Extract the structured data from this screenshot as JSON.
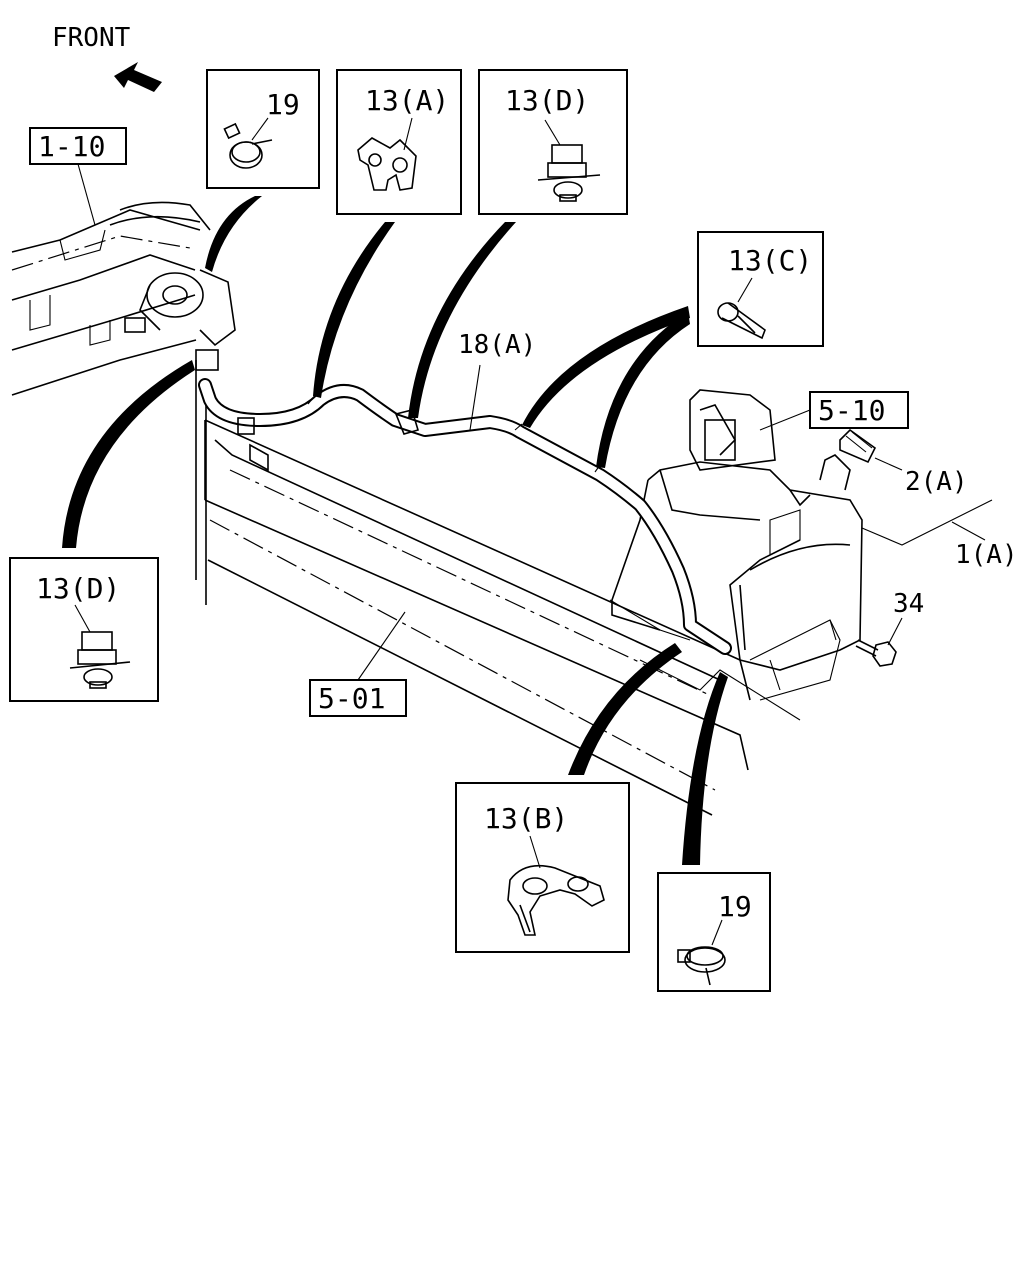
{
  "direction_label": "FRONT",
  "labels": {
    "l1_10": "1-10",
    "l5_10": "5-10",
    "l5_01": "5-01",
    "l18a": "18(A)",
    "l2a": "2(A)",
    "l1a": "1(A)",
    "l34": "34"
  },
  "detail_boxes": {
    "clamp19_top": "19",
    "clip13a": "13(A)",
    "clip13d_top": "13(D)",
    "clip13c": "13(C)",
    "clip13d_left": "13(D)",
    "clip13b": "13(B)",
    "clamp19_bottom": "19"
  }
}
